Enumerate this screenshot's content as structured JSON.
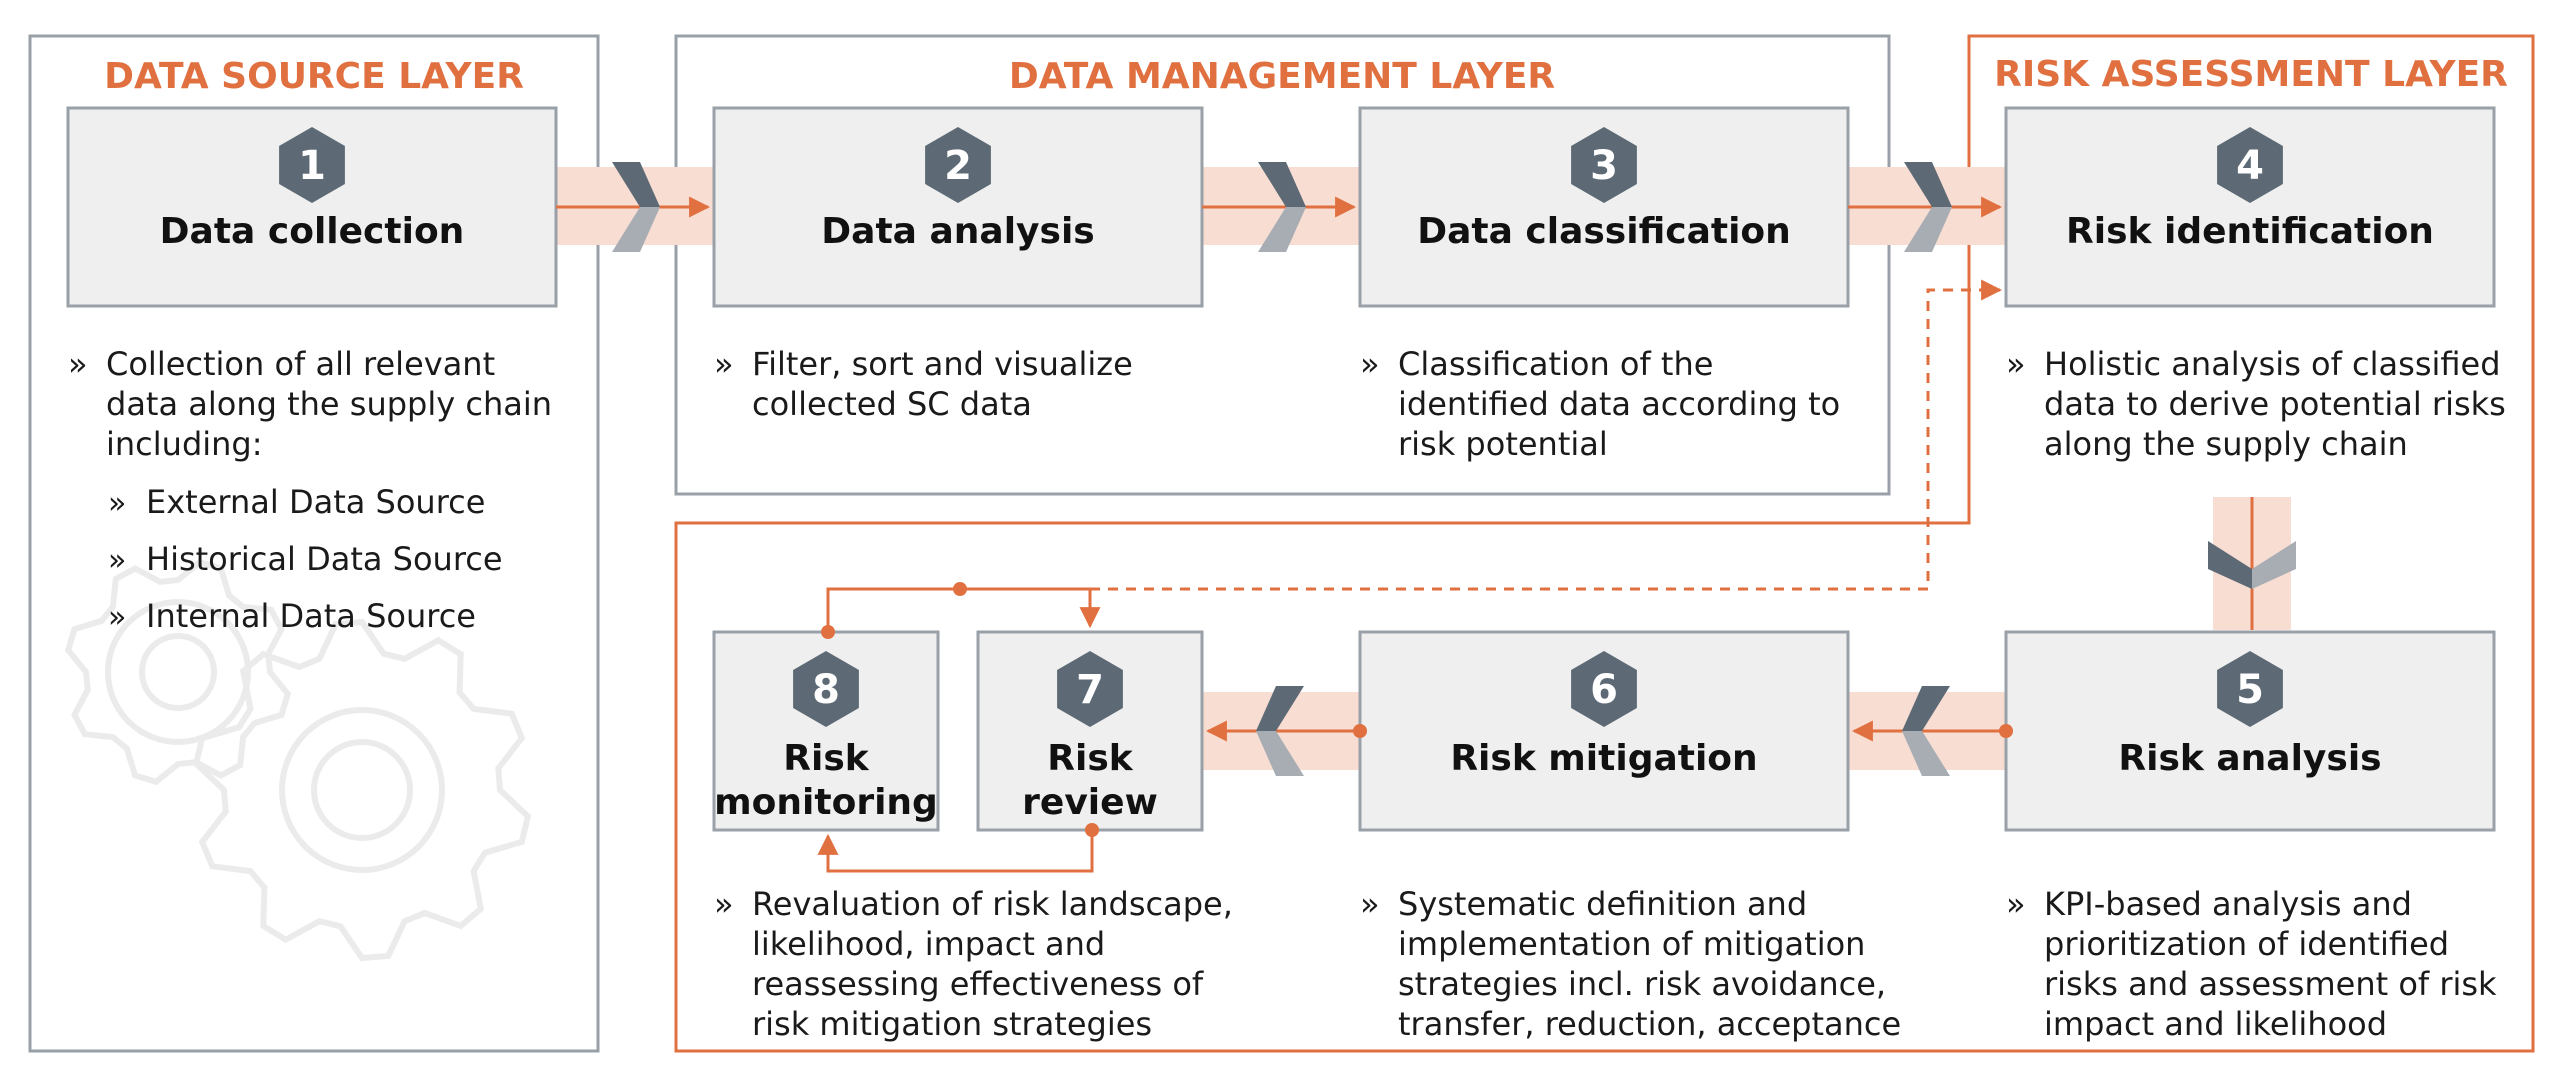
{
  "layers": [
    {
      "title": "DATA SOURCE LAYER"
    },
    {
      "title": "DATA MANAGEMENT LAYER"
    },
    {
      "title": "RISK ASSESSMENT LAYER"
    }
  ],
  "steps": [
    {
      "number": "1",
      "title": "Data collection",
      "description": [
        "Collection of all relevant",
        "data along the supply chain",
        "including:"
      ],
      "sources": [
        "External Data Source",
        "Historical Data Source",
        "Internal Data Source"
      ]
    },
    {
      "number": "2",
      "title": "Data analysis",
      "description": [
        "Filter, sort and visualize",
        "collected SC data"
      ]
    },
    {
      "number": "3",
      "title": "Data classification",
      "description": [
        "Classification of the",
        "identified data according to",
        "risk potential"
      ]
    },
    {
      "number": "4",
      "title": "Risk identification",
      "description": [
        "Holistic analysis of classified",
        "data to derive potential risks",
        "along the supply chain"
      ]
    },
    {
      "number": "5",
      "title": "Risk analysis",
      "description": [
        "KPI-based analysis and",
        "prioritization of identified",
        "risks and assessment of risk",
        "impact and likelihood"
      ]
    },
    {
      "number": "6",
      "title": "Risk mitigation",
      "description": [
        "Systematic definition and",
        "implementation of mitigation",
        "strategies incl. risk avoidance,",
        "transfer, reduction, acceptance"
      ]
    },
    {
      "number": "7",
      "title_lines": [
        "Risk",
        "review"
      ]
    },
    {
      "number": "8",
      "title_lines": [
        "Risk",
        "monitoring"
      ],
      "description": [
        "Revaluation of risk landscape,",
        "likelihood, impact and",
        "reassessing effectiveness of",
        "risk mitigation strategies"
      ]
    }
  ],
  "bullet_symbol": "»",
  "colors": {
    "accent": "#e07040",
    "box_fill": "#efefef",
    "box_border": "#9aa0a8",
    "hexagon": "#5d6a75",
    "band": "#f8ddd3",
    "chevron_dark": "#5d6a75",
    "chevron_light": "#a7adb3",
    "gear": "#ececec"
  }
}
